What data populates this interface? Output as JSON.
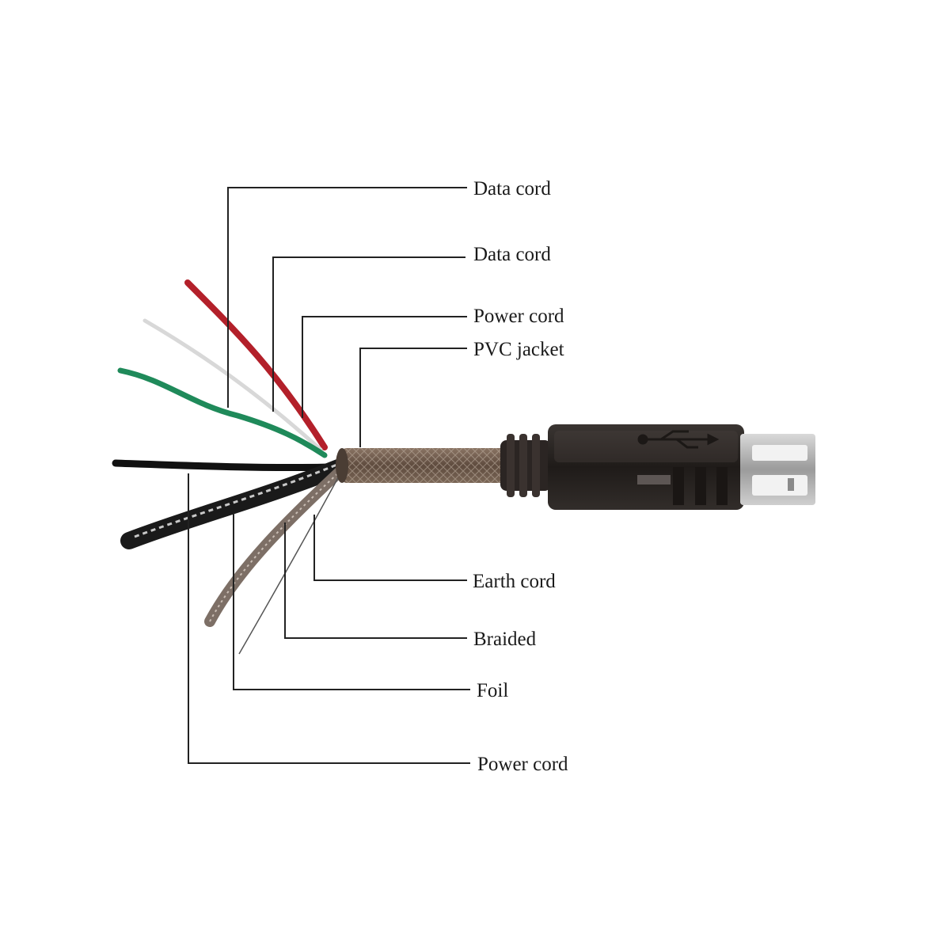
{
  "labels": [
    {
      "id": "data-cord-1",
      "text": "Data cord"
    },
    {
      "id": "data-cord-2",
      "text": "Data cord"
    },
    {
      "id": "power-cord-1",
      "text": "Power cord"
    },
    {
      "id": "pvc-jacket",
      "text": "PVC jacket"
    },
    {
      "id": "earth-cord",
      "text": "Earth cord"
    },
    {
      "id": "braided",
      "text": "Braided"
    },
    {
      "id": "foil",
      "text": "Foil"
    },
    {
      "id": "power-cord-2",
      "text": "Power cord"
    }
  ],
  "wire_colors": {
    "red": "#b3202a",
    "white": "#d8d8d8",
    "green": "#1f8a5a",
    "black": "#111111",
    "jacket": "#6e5a4a",
    "connector": "#2a2624"
  }
}
